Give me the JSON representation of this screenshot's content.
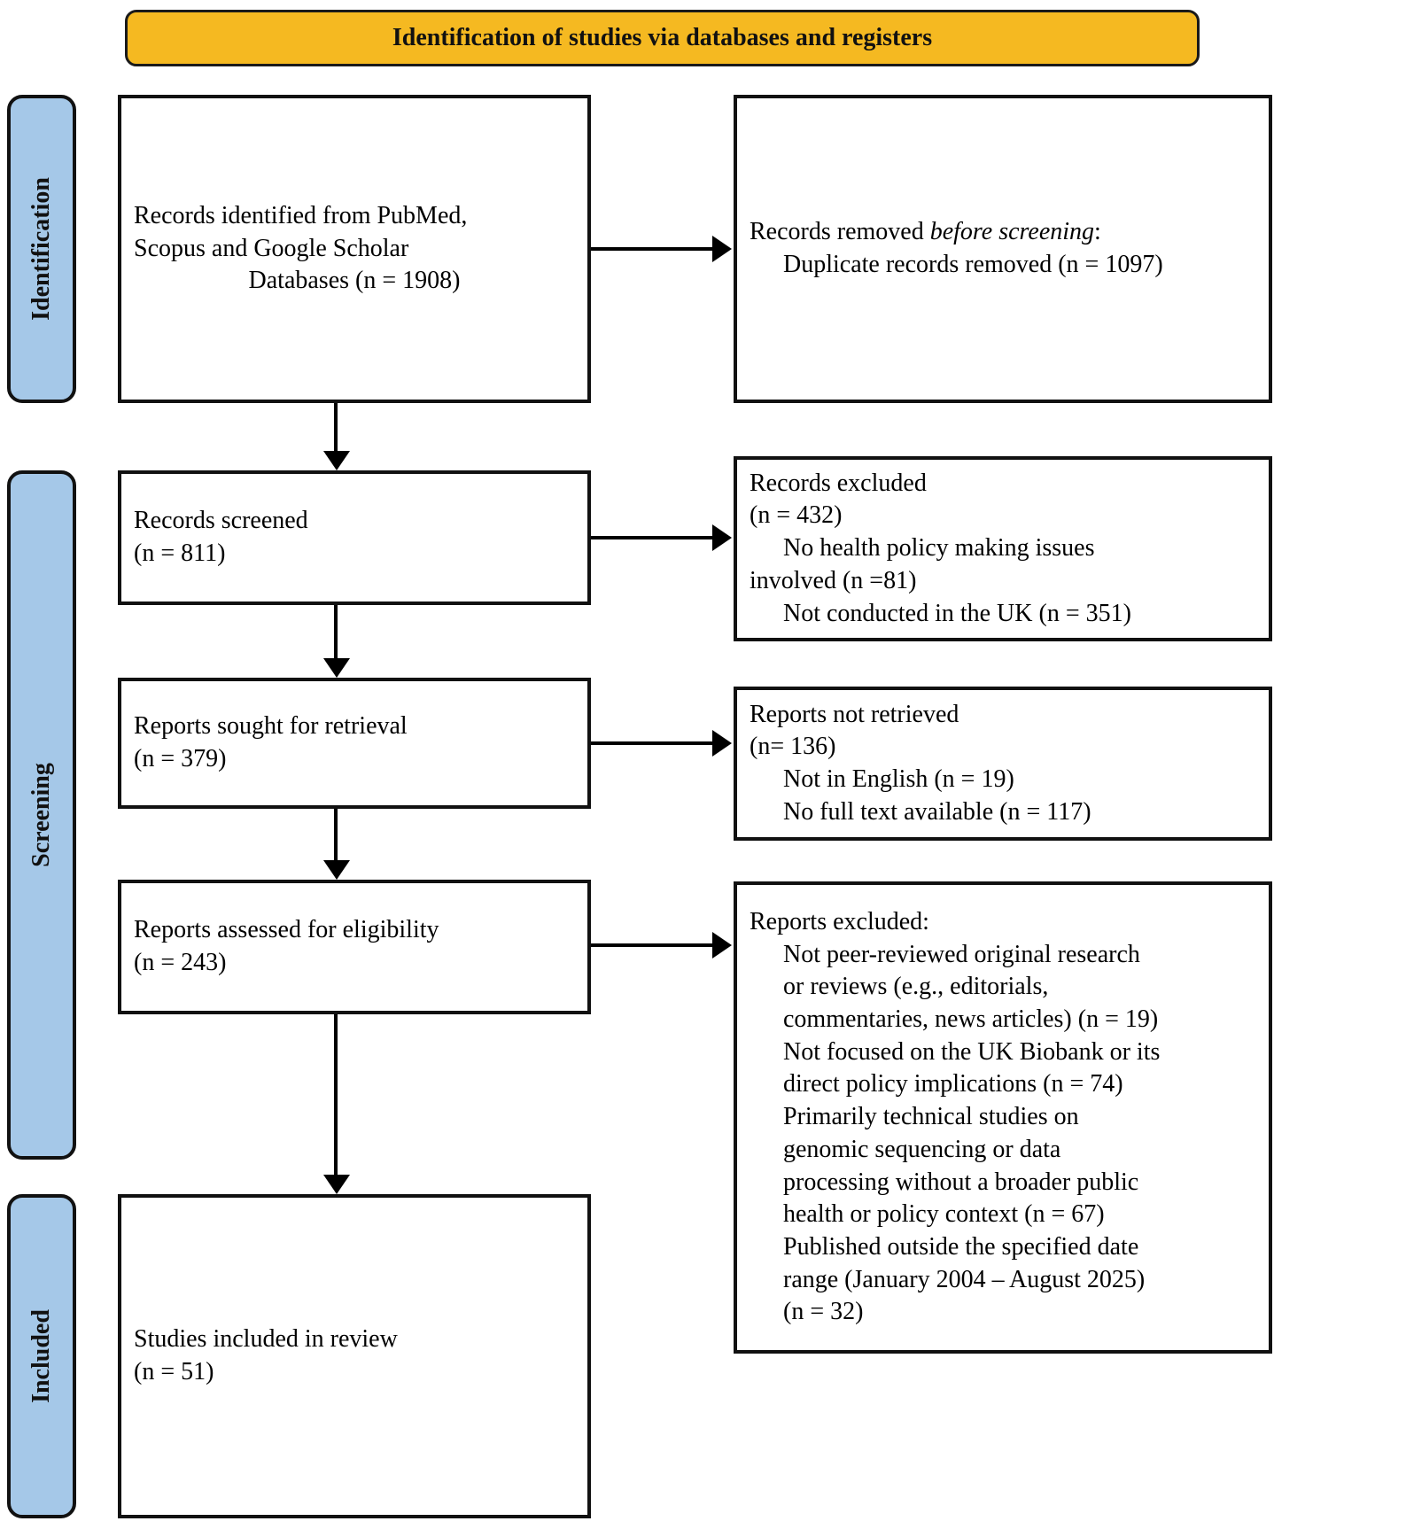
{
  "title": {
    "text": "Identification of studies via databases and registers",
    "background": "#F5B921",
    "border": "#111111"
  },
  "stages": [
    {
      "id": "identification",
      "label": "Identification",
      "color": "#A5C8E8"
    },
    {
      "id": "screening",
      "label": "Screening",
      "color": "#A5C8E8"
    },
    {
      "id": "included",
      "label": "Included",
      "color": "#A5C8E8"
    }
  ],
  "boxes": {
    "identified": {
      "line1": "Records identified from PubMed,",
      "line2": "Scopus and Google Scholar",
      "line3": "Databases (n = 1908)"
    },
    "removed": {
      "line1_a": "Records removed ",
      "line1_b": "before screening",
      "line1_c": ":",
      "line2": "Duplicate records removed (n = 1097)"
    },
    "screened": {
      "line1": "Records screened",
      "line2": "(n = 811)"
    },
    "excluded_records": {
      "line1": "Records excluded",
      "line2": "(n = 432)",
      "line3": "No health policy making issues",
      "line4": "involved (n =81)",
      "line5": "Not conducted in the UK (n = 351)"
    },
    "sought": {
      "line1": "Reports sought for retrieval",
      "line2": "(n = 379)"
    },
    "not_retrieved": {
      "line1": "Reports not retrieved",
      "line2": "(n= 136)",
      "line3": "Not in English (n = 19)",
      "line4": "No full text available (n = 117)"
    },
    "assessed": {
      "line1": "Reports assessed for eligibility",
      "line2": "(n = 243)"
    },
    "excluded_reports": {
      "line1": "Reports excluded:",
      "line2": "Not peer-reviewed original research",
      "line3": "or reviews (e.g., editorials,",
      "line4": "commentaries, news articles) (n = 19)",
      "line5": "Not focused on the UK Biobank or its",
      "line6": "direct policy implications (n = 74)",
      "line7": "Primarily technical studies on",
      "line8": "genomic sequencing or data",
      "line9": "processing without a broader public",
      "line10": "health or policy context (n = 67)",
      "line11": "Published outside the specified date",
      "line12": "range (January 2004 – August 2025)",
      "line13": "(n = 32)"
    },
    "included": {
      "line1": "Studies included in review",
      "line2": "(n = 51)"
    }
  },
  "chart_data": {
    "type": "diagram",
    "title": "Identification of studies via databases and registers",
    "nodes": [
      {
        "stage": "Identification",
        "label": "Records identified from PubMed, Scopus and Google Scholar Databases",
        "n": 1908
      },
      {
        "stage": "Identification",
        "label": "Records removed before screening: Duplicate records removed",
        "n": 1097
      },
      {
        "stage": "Screening",
        "label": "Records screened",
        "n": 811
      },
      {
        "stage": "Screening",
        "label": "Records excluded",
        "n": 432,
        "reasons": [
          {
            "label": "No health policy making issues involved",
            "n": 81
          },
          {
            "label": "Not conducted in the UK",
            "n": 351
          }
        ]
      },
      {
        "stage": "Screening",
        "label": "Reports sought for retrieval",
        "n": 379
      },
      {
        "stage": "Screening",
        "label": "Reports not retrieved",
        "n": 136,
        "reasons": [
          {
            "label": "Not in English",
            "n": 19
          },
          {
            "label": "No full text available",
            "n": 117
          }
        ]
      },
      {
        "stage": "Screening",
        "label": "Reports assessed for eligibility",
        "n": 243
      },
      {
        "stage": "Screening",
        "label": "Reports excluded",
        "n": null,
        "reasons": [
          {
            "label": "Not peer-reviewed original research or reviews (e.g., editorials, commentaries, news articles)",
            "n": 19
          },
          {
            "label": "Not focused on the UK Biobank or its direct policy implications",
            "n": 74
          },
          {
            "label": "Primarily technical studies on genomic sequencing or data processing without a broader public health or policy context",
            "n": 67
          },
          {
            "label": "Published outside the specified date range (January 2004 – August 2025)",
            "n": 32
          }
        ]
      },
      {
        "stage": "Included",
        "label": "Studies included in review",
        "n": 51
      }
    ]
  }
}
